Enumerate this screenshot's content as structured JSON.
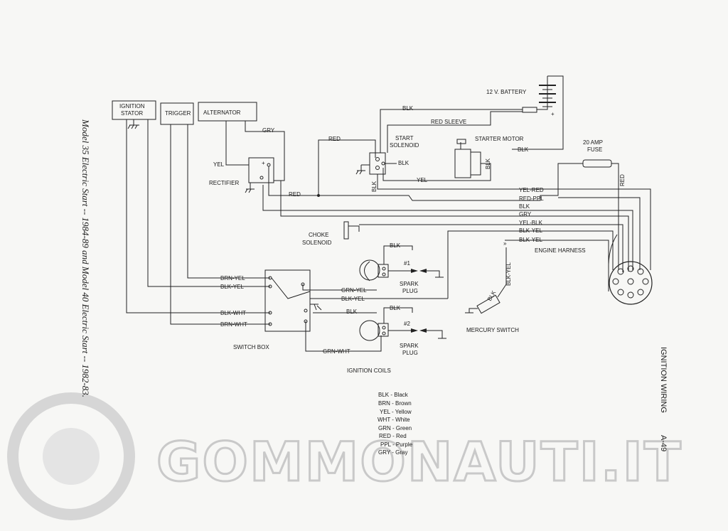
{
  "side_title": "Model 35 Electric Start -- 1984-89 and Model 40 Electric Start -- 1982-83.",
  "page_title": "IGNITION WIRING",
  "page_number": "A-49",
  "watermark": "GOMMONAUTI.IT",
  "components": {
    "ignition_stator_1": "IGNITION",
    "ignition_stator_2": "STATOR",
    "trigger": "TRIGGER",
    "alternator": "ALTERNATOR",
    "rectifier": "RECTIFIER",
    "battery": "12 V. BATTERY",
    "start_solenoid_1": "START",
    "start_solenoid_2": "SOLENOID",
    "starter_motor": "STARTER MOTOR",
    "fuse_1": "20 AMP",
    "fuse_2": "FUSE",
    "choke_solenoid_1": "CHOKE",
    "choke_solenoid_2": "SOLENOID",
    "engine_harness": "ENGINE HARNESS",
    "spark_plug_1_num": "#1",
    "spark_plug_2_num": "#2",
    "spark_1": "SPARK",
    "plug_1": "PLUG",
    "spark_2": "SPARK",
    "plug_2": "PLUG",
    "mercury_switch": "MERCURY SWITCH",
    "switch_box": "SWITCH BOX",
    "ignition_coils": "IGNITION COILS"
  },
  "wires": {
    "gry_top": "GRY",
    "yel_rect": "YEL",
    "red_rect": "RED",
    "red_solenoid": "RED",
    "blk_battery": "BLK",
    "red_sleeve": "RED SLEEVE",
    "blk_starter": "BLK",
    "blk_sol_right": "BLK",
    "yel_sol": "YEL",
    "blk_sol_vertical": "BLK",
    "blk_starter_vertical": "BLK",
    "red_fuse": "RED",
    "h_yel_red": "YEL-RED",
    "h_red_ppl": "RED-PPL",
    "h_blk": "BLK",
    "h_gry": "GRY",
    "h_yel_blk": "YEL-BLK",
    "h_blk_yel_1": "BLK-YEL",
    "h_blk_yel_2": "BLK-YEL",
    "blk_coil1": "BLK",
    "blk_coil2": "BLK",
    "brn_yel": "BRN-YEL",
    "blk_yel_sb": "BLK-YEL",
    "grn_yel": "GRN-YEL",
    "blk_yel_coil": "BLK-YEL",
    "blk_sb": "BLK",
    "blk_wht": "BLK-WHT",
    "brn_wht": "BRN-WHT",
    "grn_wht": "GRN-WHT",
    "merc_blk": "BLK",
    "merc_blk_yel": "BLK-YEL"
  },
  "legend": [
    "BLK - Black",
    "BRN - Brown",
    "YEL - Yellow",
    "WHT - White",
    "GRN - Green",
    "RED - Red",
    "PPL - Purple",
    "GRY - Gray"
  ]
}
